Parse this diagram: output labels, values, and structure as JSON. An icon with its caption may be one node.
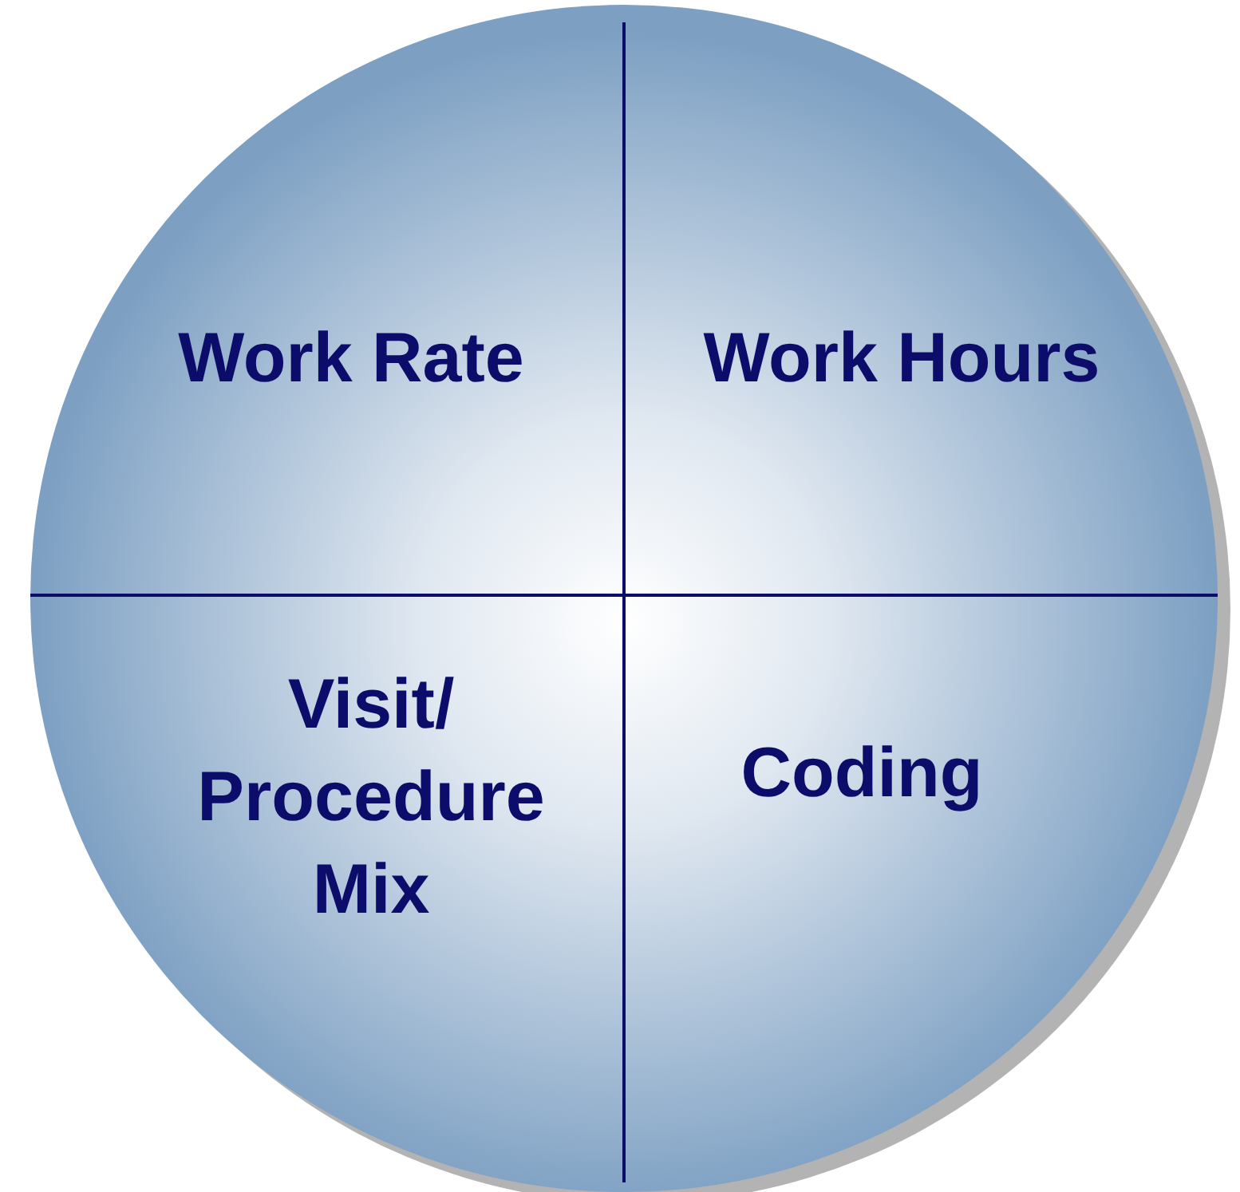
{
  "diagram": {
    "nodes": [
      {
        "text": [],
        "shape": "circle"
      },
      {
        "text": [
          "Work Rate"
        ],
        "in": 0
      },
      {
        "text": [
          "Work Hours"
        ],
        "in": 0
      },
      {
        "text": [
          "Visit/ Procedure Mix"
        ],
        "in": 0
      },
      {
        "text": [
          "Coding"
        ],
        "in": 0
      }
    ]
  }
}
